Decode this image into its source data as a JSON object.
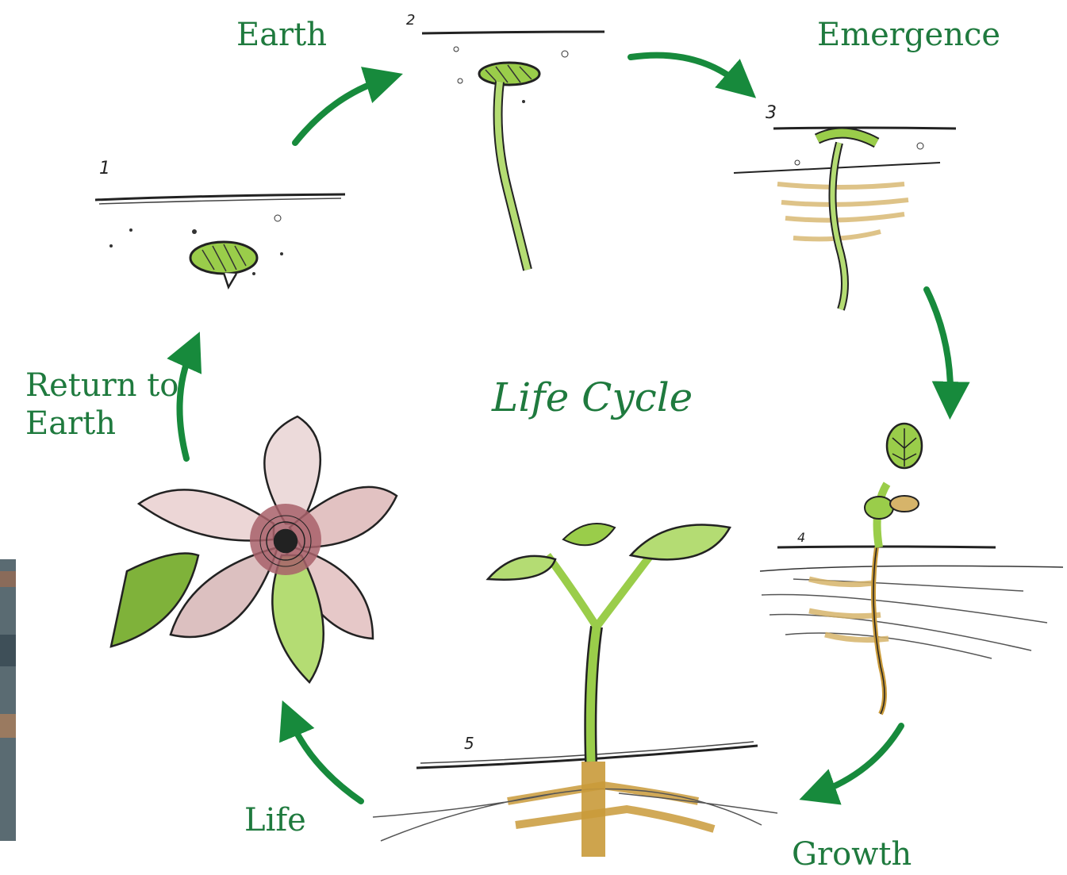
{
  "title": "Life Cycle",
  "stages": {
    "earth": "Earth",
    "emergence": "Emergence",
    "growth": "Growth",
    "life": "Life",
    "return_line1": "Return to",
    "return_line2": "Earth"
  },
  "stage_numbers": [
    "1",
    "2",
    "3",
    "4",
    "5"
  ],
  "colors": {
    "label": "#1f7a3e",
    "arrow": "#178a3c",
    "leaf": "#9acd4a",
    "root": "#c99a3a",
    "petal": "#d9a8a8"
  }
}
